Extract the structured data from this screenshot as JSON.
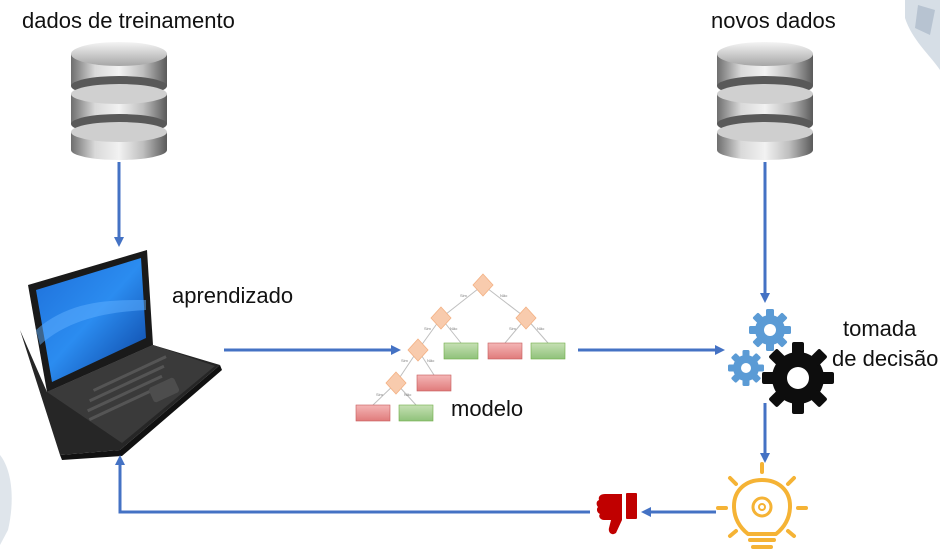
{
  "labels": {
    "training_data": "dados de treinamento",
    "new_data": "novos dados",
    "learning": "aprendizado",
    "model": "modelo",
    "decision_line1": "tomada",
    "decision_line2": "de decisão"
  },
  "tree_branch_labels": {
    "yes": "Sim",
    "no": "Não"
  },
  "colors": {
    "arrow": "#4472c4",
    "leaf_red": "#ea9999",
    "leaf_green": "#a9d18e",
    "node": "#f8cbad",
    "gear_blue": "#5b9bd5",
    "gear_black": "#0d0d0d",
    "bulb": "#f5b335",
    "thumb": "#c00000"
  },
  "icons": {
    "training_db": "database-icon",
    "new_db": "database-icon",
    "laptop": "laptop-icon",
    "gears": "gears-icon",
    "bulb": "lightbulb-icon",
    "thumb": "thumbs-down-icon"
  }
}
